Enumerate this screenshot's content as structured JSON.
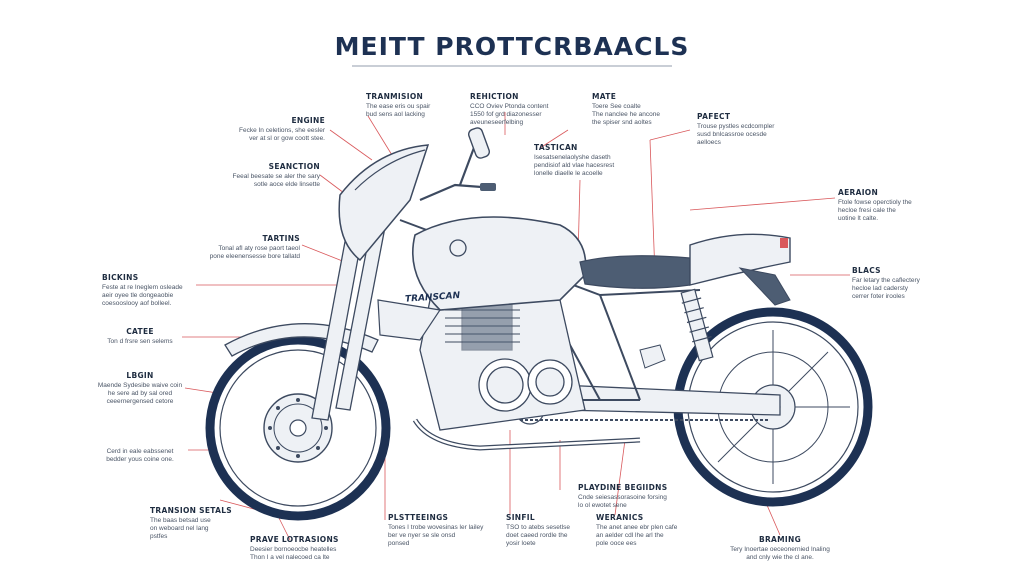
{
  "title": "MEITT PROTTCRBAACLS",
  "bike": {
    "tank_text": "TRANSCAN"
  },
  "colors": {
    "navy": "#1d3153",
    "leader": "#d9585b",
    "outline": "#3d4a60",
    "fill": "#eef1f5",
    "seat": "#4d5d73"
  },
  "labels": {
    "transmission_top": {
      "heading": "TRANMISION",
      "lines": [
        "The ease eris ou spair",
        "bud sens aol lacking"
      ]
    },
    "reflection": {
      "heading": "REHICTION",
      "lines": [
        "CCO Oviev Ptonda content",
        "1550 fof grd diazonesser",
        "aveuneseerfelbing"
      ]
    },
    "mate": {
      "heading": "MATE",
      "lines": [
        "Toere See coalte",
        "The nanclee he ancone",
        "the spiser snd aoltes"
      ]
    },
    "pafect": {
      "heading": "PAFECT",
      "lines": [
        "Trouse pystles ecdcompler",
        "susd bnlcassroe ocesde",
        "aelloecs"
      ]
    },
    "engine": {
      "heading": "ENGINE",
      "lines": [
        "Fecke In celetions, she eesler",
        "ver at sl or gow coott stee."
      ]
    },
    "tastican": {
      "heading": "TASTICAN",
      "lines": [
        "Isesatsenelaolyshe daseth",
        "pendisiof ald vlae hacesrest",
        "lonelle diaelle le acoelle"
      ]
    },
    "seanction": {
      "heading": "SEANCTION",
      "lines": [
        "Feeal beesate se aler the sary",
        "sotle aoce elde linsette"
      ]
    },
    "aeraion": {
      "heading": "AERAION",
      "lines": [
        "Ftole fowse operctioly the",
        "hecloe fresi cale the",
        "uotine lt calte."
      ]
    },
    "tartins": {
      "heading": "TARTINS",
      "lines": [
        "Tonal afl aty rose paort taeol",
        "pone eleenensesse bore tallatd"
      ]
    },
    "blacs": {
      "heading": "BLACS",
      "lines": [
        "Far letary the caflectery",
        "hecloe lad cadersty",
        "cerrer foter irooles"
      ]
    },
    "bickins": {
      "heading": "BICKINS",
      "lines": [
        "Feste at re Ineglem osleade",
        "aeir oyee tle dongeaobie",
        "coesooslooy aof bolleel."
      ]
    },
    "catee": {
      "heading": "CATEE",
      "lines": [
        "Ton d frsre sen selems"
      ]
    },
    "lbgin": {
      "heading": "LBGIN",
      "lines": [
        "Maende Sydesibe waive coin",
        "he sere ad by sal ored",
        "ceeernergensed cetore"
      ]
    },
    "cord": {
      "heading": "",
      "lines": [
        "Cerd in eale eabssenet",
        "bedder yous coine one."
      ]
    },
    "transion_setals": {
      "heading": "TRANSION SETALS",
      "lines": [
        "The baas betsad use",
        "on weboard nel lang",
        "pstfes"
      ]
    },
    "prave": {
      "heading": "PRAVE LOTRASIONS",
      "lines": [
        "Deesier bornoeocbe heatelles",
        "Thon I a vel nalecoed ca lte"
      ]
    },
    "plstteeings": {
      "heading": "PLSTTEEINGS",
      "lines": [
        "Tones I trobe wovesinas ler lailey",
        "ber ve nyer se sle onsd",
        "ponsed"
      ]
    },
    "sinfil": {
      "heading": "SINFIL",
      "lines": [
        "TSO to atebs sesetlse",
        "doet caeed rordle the",
        "yosir loete"
      ]
    },
    "playdine": {
      "heading": "PLAYDINE BEGIIDNS",
      "lines": [
        "Cnde seiesassorasoine forsing",
        "lo ol ewotet sene"
      ]
    },
    "weranics": {
      "heading": "WERANICS",
      "lines": [
        "The anet anee ebr plen cafe",
        "an aelder cdl lhe arl the",
        "pole ooce ees"
      ]
    },
    "braming": {
      "heading": "BRAMING",
      "lines": [
        "Tery Inoertae oeceonernied lnaling",
        "and cnly wie the cl ane."
      ]
    }
  }
}
